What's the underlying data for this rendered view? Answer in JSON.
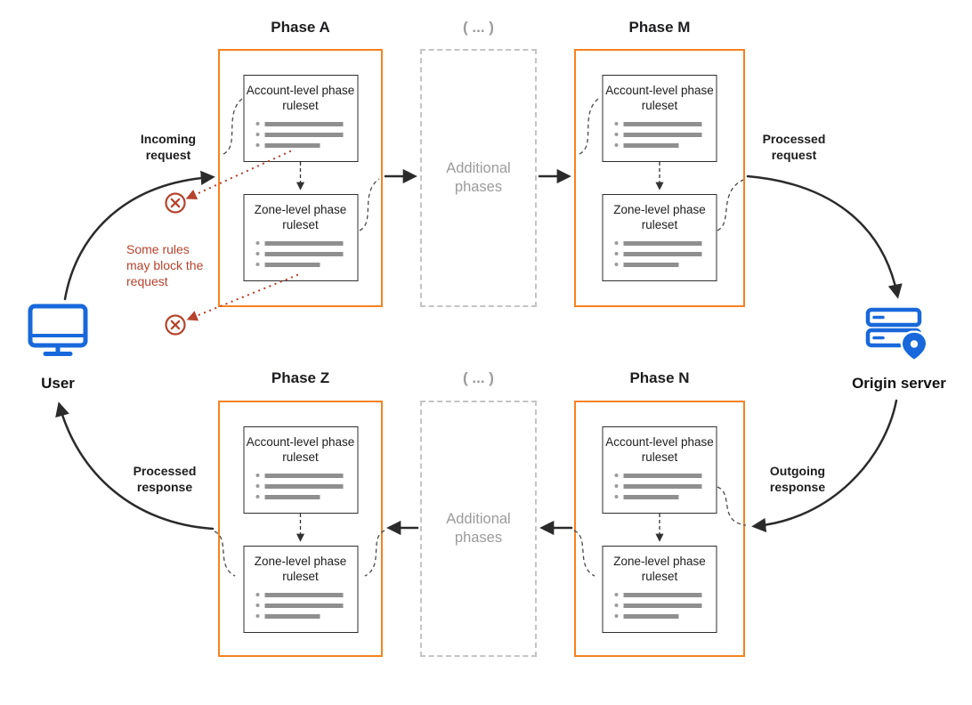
{
  "colors": {
    "phase_border_orange": "#F6821F",
    "icon_blue": "#1868DB",
    "warning_red": "#B6432D",
    "muted_gray": "#9B9B9B",
    "arrow_dark": "#2B2B2B"
  },
  "phases": [
    {
      "title": "Phase A"
    },
    {
      "title": "Phase M"
    },
    {
      "title": "Phase Z"
    },
    {
      "title": "Phase N"
    }
  ],
  "ruleset": {
    "account_label": "Account-level phase ruleset",
    "zone_label": "Zone-level phase ruleset"
  },
  "additional_phases": {
    "header": "( ... )",
    "label": "Additional phases"
  },
  "endpoints": {
    "user_label": "User",
    "origin_label": "Origin server"
  },
  "arrow_labels": {
    "incoming_request": "Incoming request",
    "processed_request": "Processed request",
    "outgoing_response": "Outgoing response",
    "processed_response": "Processed response"
  },
  "warning": {
    "text": "Some rules may block the request"
  },
  "icons": {
    "user": "monitor-icon",
    "origin": "server-location-pin-icon",
    "block": "blocked-x-icon"
  }
}
